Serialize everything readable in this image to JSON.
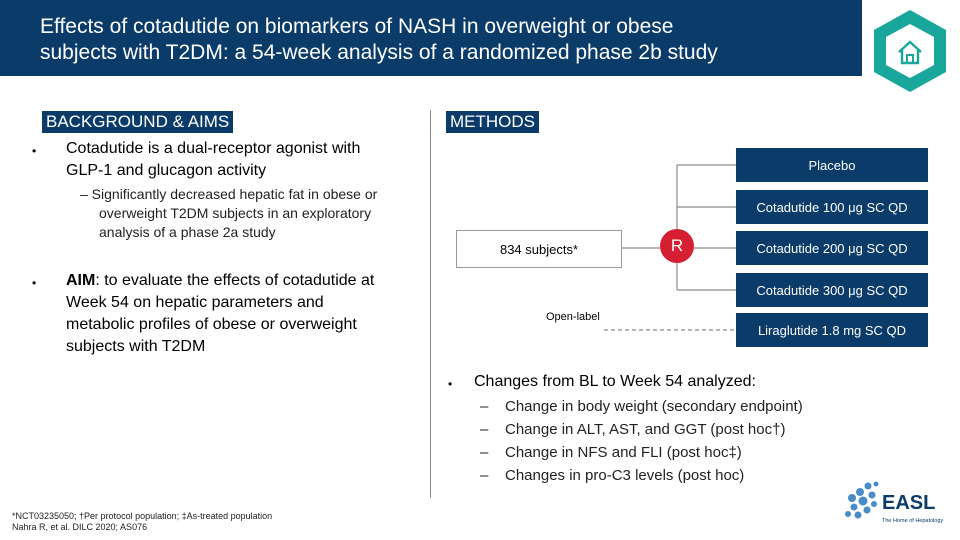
{
  "title": {
    "line1": "Effects of cotadutide on biomarkers of NASH in overweight or obese",
    "line2": "subjects with T2DM: a 54-week analysis of a randomized phase 2b study"
  },
  "background": {
    "label": "BACKGROUND & AIMS",
    "bullet1": {
      "line1": "Cotadutide is a dual-receptor agonist with",
      "line2": "GLP-1 and glucagon activity"
    },
    "sub1": {
      "line1": "– Significantly decreased hepatic fat in obese or",
      "line2": "overweight T2DM subjects in an exploratory",
      "line3": "analysis of a phase 2a study"
    },
    "aim": {
      "bold": "AIM",
      "line1": ": to evaluate the effects of cotadutide at",
      "line2": "Week 54 on hepatic parameters and",
      "line3": "metabolic profiles of obese or overweight",
      "line4": "subjects with T2DM"
    }
  },
  "methods": {
    "label": "METHODS",
    "subjects": "834 subjects*",
    "randomization": "R",
    "open_label": "Open-label",
    "arms": [
      "Placebo",
      "Cotadutide 100 μg SC QD",
      "Cotadutide 200 μg SC QD",
      "Cotadutide 300 μg SC QD",
      "Liraglutide 1.8 mg SC QD"
    ],
    "changes_title": "Changes from BL to Week 54 analyzed:",
    "changes": [
      "Change in body weight (secondary endpoint)",
      "Change in ALT, AST, and GGT (post hoc†)",
      "Change in NFS and FLI (post hoc‡)",
      "Changes in pro-C3 levels (post hoc)"
    ],
    "dash": "–"
  },
  "bullet_glyph": "•",
  "footnote": {
    "line1": "*NCT03235050; †Per protocol population; ‡As-treated population",
    "line2": "Nahra R, et al. DILC 2020; AS076"
  },
  "logo": {
    "brand": "EASL",
    "tagline": "The Home of Hepatology"
  },
  "colors": {
    "navy": "#0b3b69",
    "teal": "#19a79b",
    "red": "#d61f32"
  }
}
